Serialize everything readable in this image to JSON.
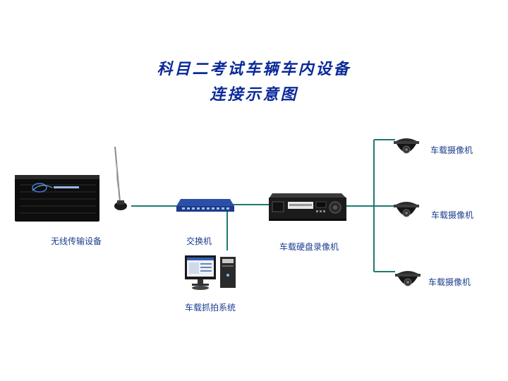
{
  "title": {
    "line1": "科目二考试车辆车内设备",
    "line2": "连接示意图"
  },
  "devices": {
    "wireless": {
      "label": "无线传输设备"
    },
    "switch": {
      "label": "交换机"
    },
    "dvr": {
      "label": "车载硬盘录像机"
    },
    "capture": {
      "label": "车载抓拍系统"
    },
    "cameras": [
      {
        "label": "车载摄像机"
      },
      {
        "label": "车载摄像机"
      },
      {
        "label": "车载摄像机"
      }
    ]
  },
  "colors": {
    "title": "#0b2a9a",
    "line": "#1e7a6e",
    "label": "#1a3d8f"
  }
}
